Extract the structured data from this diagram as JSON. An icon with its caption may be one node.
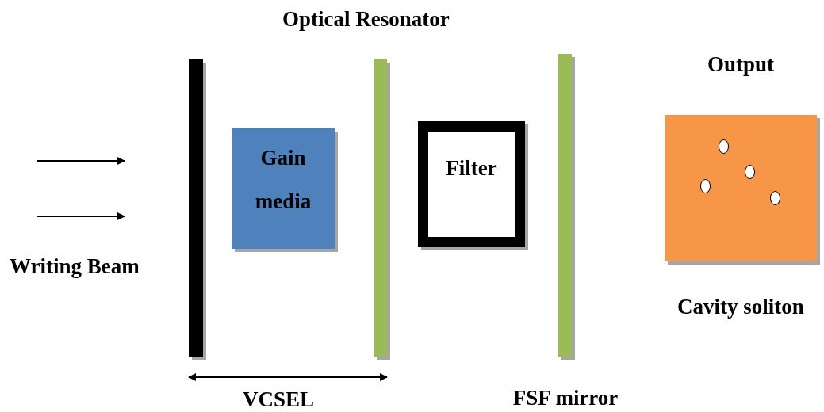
{
  "diagram": {
    "title": "Optical Resonator",
    "nodes": [
      {
        "text": [],
        "shape": "bar"
      },
      {
        "text": [
          "Gain media"
        ]
      },
      {
        "text": [],
        "shape": "bar"
      },
      {
        "text": [
          "Filter"
        ]
      },
      {
        "text": [],
        "shape": "bar",
        "beside": [
          "FSF mirror"
        ]
      },
      {
        "text": [
          "Output"
        ],
        "beside": [
          "Cavity soliton"
        ]
      }
    ],
    "edges": [],
    "labels": [
      "Writing Beam",
      "VCSEL"
    ]
  }
}
